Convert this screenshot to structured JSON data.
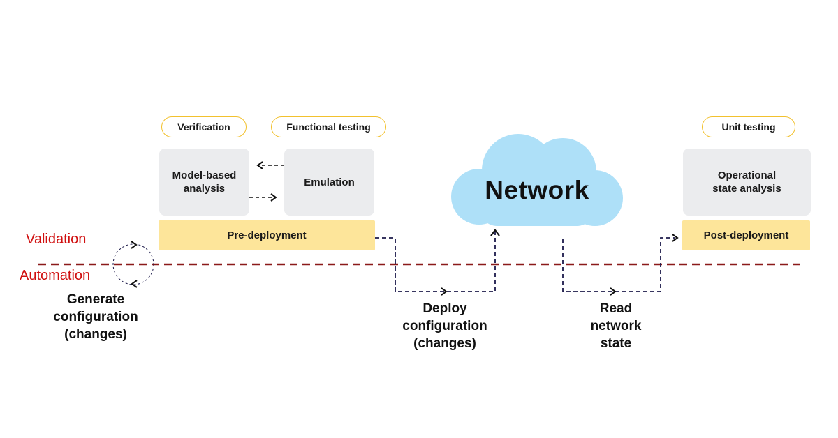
{
  "tags": {
    "verification": "Verification",
    "functional_testing": "Functional testing",
    "unit_testing": "Unit testing"
  },
  "boxes": {
    "model_based": "Model-based\nanalysis",
    "emulation": "Emulation",
    "operational": "Operational\nstate analysis"
  },
  "stages": {
    "pre_deployment": "Pre-deployment",
    "post_deployment": "Post-deployment"
  },
  "center": {
    "network": "Network"
  },
  "layers": {
    "validation": "Validation",
    "automation": "Automation"
  },
  "steps": {
    "generate": "Generate\nconfiguration\n(changes)",
    "deploy": "Deploy\nconfiguration\n(changes)",
    "read": "Read\nnetwork\nstate"
  },
  "colors": {
    "accent_red": "#d01010",
    "divider": "#8b1a1a",
    "wire": "#1c1a4a",
    "cloud": "#aee0f8",
    "stage_fill": "#fde59a",
    "tag_border": "#f2c12e",
    "box_fill": "#ebecee"
  }
}
